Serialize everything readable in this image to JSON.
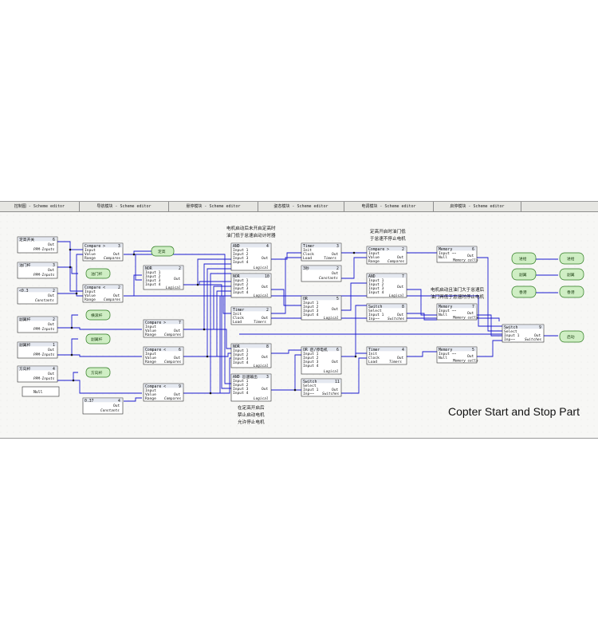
{
  "tabs": [
    "控制图 - Scheme editor",
    "导航模块 - Scheme editor",
    "悬停模块 - Scheme editor",
    "姿态模块 - Scheme editor",
    "电调模块 - Scheme editor",
    "启停模块 - Scheme editor"
  ],
  "caption": "Copter Start and Stop Part",
  "notes": {
    "n1": [
      "电机启动后未开启定高时",
      "油门低于怠速启动计时器"
    ],
    "n2": [
      "定高开启时油门低",
      "于怠速不停止电机"
    ],
    "n3": [
      "电机启动且油门大于怠速后",
      "油门再低于怠速时停止电机"
    ],
    "n4": [
      "在定高开启后",
      "禁止启动电机",
      "允许停止电机"
    ]
  },
  "inputs": [
    {
      "title": "定高开关",
      "num": "6",
      "out": "Out",
      "sub": "PPM-Inputs"
    },
    {
      "title": "油门杆",
      "num": "3",
      "out": "Out",
      "sub": "PPM-Inputs"
    },
    {
      "title": "<0.3",
      "num": "2",
      "out": "Out",
      "sub": "Constants"
    },
    {
      "title": "副翼杆",
      "num": "2",
      "out": "Out",
      "sub": "PPM-Inputs"
    },
    {
      "title": "副翼杆",
      "num": "1",
      "out": "Out",
      "sub": "PPM-Inputs"
    },
    {
      "title": "方向杆",
      "num": "4",
      "out": "Out",
      "sub": "PPM-Inputs"
    },
    {
      "title": "Null",
      "num": "",
      "out": "",
      "sub": ""
    },
    {
      "title": "0.37",
      "num": "4",
      "out": "Out",
      "sub": "Constants"
    }
  ],
  "ports": {
    "compare": [
      "Input",
      "Value",
      "Range"
    ],
    "logic3": [
      "Input 1",
      "Input 2",
      "Input 3",
      "Input 4"
    ],
    "timer": [
      "Init",
      "Clock",
      "Load"
    ],
    "switch": [
      "Select",
      "Input 1",
      "Inp~~"
    ],
    "memory": [
      "Input ~~",
      "Null"
    ],
    "out": "Out"
  },
  "subs": {
    "compares": "Compares",
    "logical": "Logical",
    "timers": "Timers",
    "constants": "Constants",
    "switches": "Switches",
    "memory": "Memory cells"
  },
  "blocks": {
    "cmp1": {
      "title": "Compare >",
      "num": "3"
    },
    "cmp2": {
      "title": "Compare <",
      "num": "2"
    },
    "cmp3": {
      "title": "Compare >",
      "num": "7"
    },
    "cmp4": {
      "title": "Compare <",
      "num": "6"
    },
    "cmp5": {
      "title": "Compare <",
      "num": "9"
    },
    "cmp6": {
      "title": "Compare >",
      "num": "2"
    },
    "nor1": {
      "title": "NOR",
      "num": "2"
    },
    "and1": {
      "title": "AND",
      "num": "4"
    },
    "nor2": {
      "title": "NOR",
      "num": "10"
    },
    "timer1": {
      "title": "Timer",
      "num": "2"
    },
    "timer2": {
      "title": "Timer",
      "num": "3"
    },
    "timer3": {
      "title": "Timer",
      "num": "4"
    },
    "const3": {
      "title": "3秒",
      "num": "2"
    },
    "or1": {
      "title": "OR",
      "num": "5"
    },
    "nor3": {
      "title": "NOR",
      "num": "8"
    },
    "and2": {
      "title": "AND 怠速输出",
      "num": "3"
    },
    "or2": {
      "title": "OR 启/停电机",
      "num": "6"
    },
    "and3": {
      "title": "AND",
      "num": "7"
    },
    "sw1": {
      "title": "Switch",
      "num": "8"
    },
    "sw2": {
      "title": "Switch",
      "num": "11"
    },
    "sw3": {
      "title": "Switch",
      "num": "9"
    },
    "mem6": {
      "title": "Memory",
      "num": "6"
    },
    "mem7": {
      "title": "Memory",
      "num": "7"
    },
    "mem5": {
      "title": "Memory",
      "num": "5"
    }
  },
  "terminals": {
    "left": [
      "定高",
      "油门杆",
      "横滚杆",
      "副翼杆",
      "方向杆"
    ],
    "right_in": [
      "进给",
      "副翼",
      "香港"
    ],
    "right_out": [
      "进给",
      "副翼",
      "香港",
      "启动"
    ]
  },
  "colors": {
    "wire": "#1a1ad0",
    "terminal_fill": "#cfeec4",
    "terminal_stroke": "#2c7a1e"
  }
}
